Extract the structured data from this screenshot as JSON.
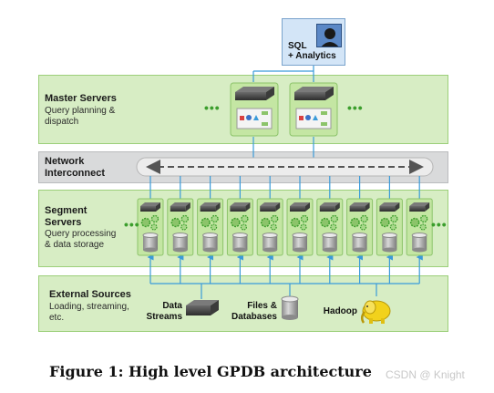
{
  "client": {
    "label_line1": "SQL",
    "label_line2": "+ Analytics"
  },
  "master": {
    "title_line1": "Master Servers",
    "sub_line1": "Query planning &",
    "sub_line2": "dispatch",
    "dots": "•••"
  },
  "network": {
    "title_line1": "Network",
    "title_line2": "Interconnect"
  },
  "segment": {
    "title_line1": "Segment",
    "title_line2": "Servers",
    "sub_line1": "Query processing",
    "sub_line2": "& data storage",
    "dots": "•••",
    "node_count": 10
  },
  "external": {
    "title": "External Sources",
    "sub_line1": "Loading, streaming,",
    "sub_line2": "etc.",
    "sources": [
      {
        "line1": "Data",
        "line2": "Streams"
      },
      {
        "line1": "Files &",
        "line2": "Databases"
      },
      {
        "line1": "Hadoop",
        "line2": ""
      }
    ]
  },
  "caption": "Figure 1:  High level GPDB architecture",
  "watermark": "CSDN @ Knight",
  "colors": {
    "band_green": "#d7edc4",
    "band_gray": "#d9dadb",
    "accent_green": "#3b9e2c",
    "link_blue": "#3a9bd9"
  }
}
